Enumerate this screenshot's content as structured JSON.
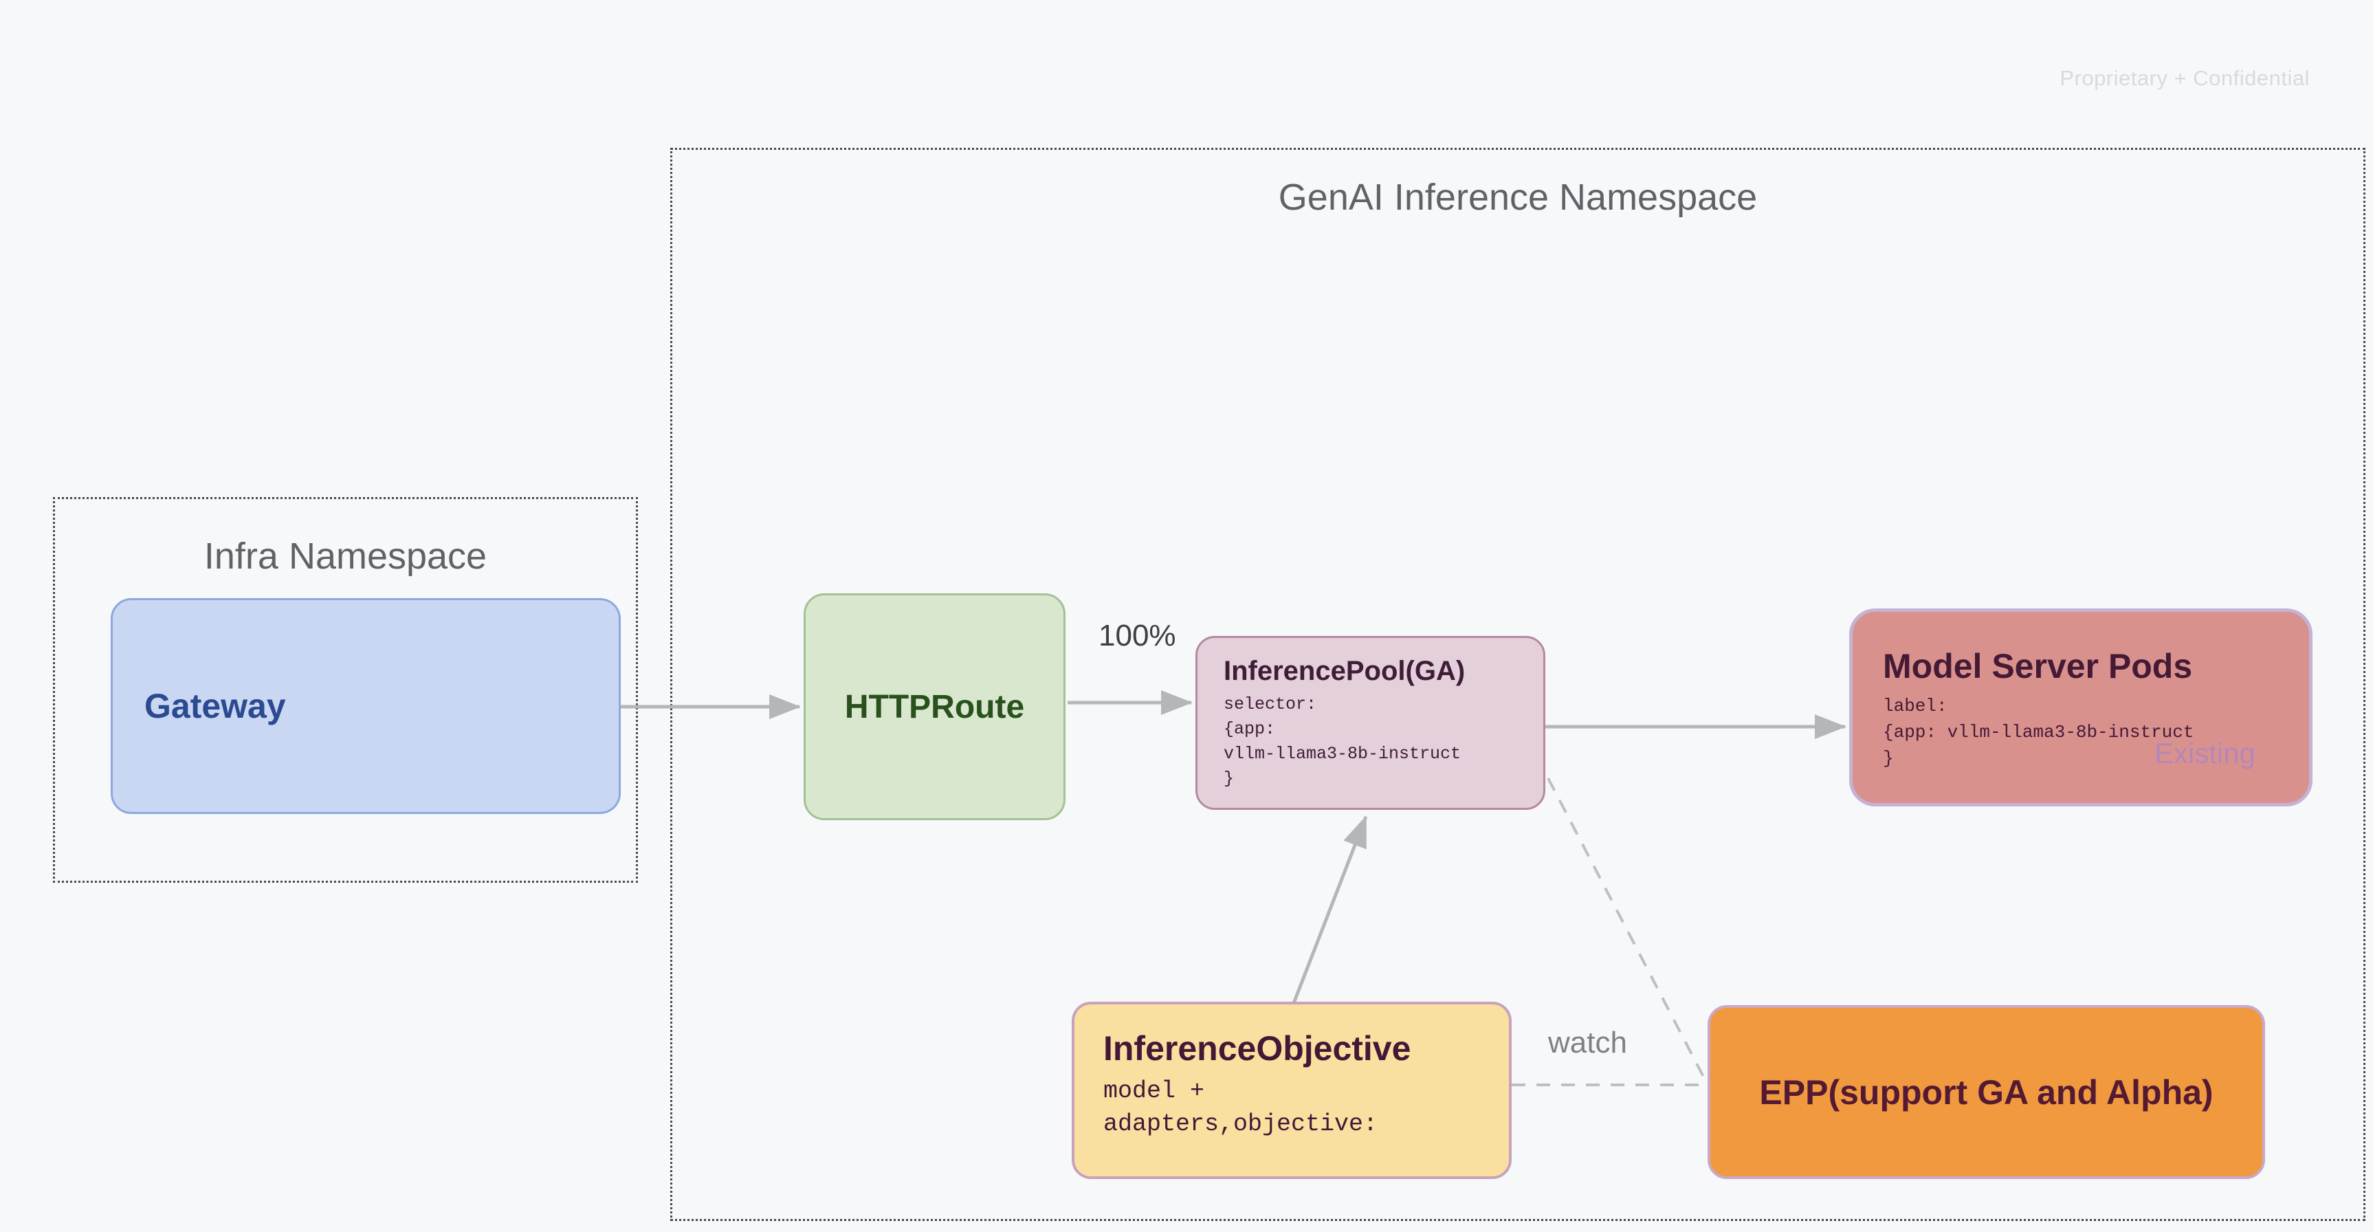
{
  "page": {
    "watermark": "Proprietary + Confidential",
    "background_color": "#f7f8fa"
  },
  "namespaces": {
    "genai": {
      "title": "GenAI Inference Namespace",
      "border_color": "#4a4a4a",
      "title_color": "#5f6368"
    },
    "infra": {
      "title": "Infra Namespace",
      "border_color": "#4a4a4a",
      "title_color": "#5f6368"
    }
  },
  "nodes": {
    "gateway": {
      "label": "Gateway",
      "fill": "#c9d7f3",
      "border": "#8da8de",
      "text_color": "#2b4a8f"
    },
    "httproute": {
      "label": "HTTPRoute",
      "fill": "#d9e7ce",
      "border": "#a4c194",
      "text_color": "#29511e"
    },
    "inference_pool": {
      "title": "InferencePool(GA)",
      "code_lines": [
        "selector:",
        "{app:",
        "vllm-llama3-8b-instruct",
        "}"
      ],
      "fill": "#e3d0da",
      "border": "#b589a2",
      "text_color": "#3f1d37"
    },
    "model_server_pods": {
      "title": "Model Server Pods",
      "code_lines": [
        "label:",
        "{app: vllm-llama3-8b-instruct",
        "}"
      ],
      "status_tag": "Existing",
      "fill": "#d9918e",
      "border": "#c5b2d4",
      "text_color": "#451a35",
      "tag_color": "#b287bd"
    },
    "inference_objective": {
      "title": "InferenceObjective",
      "code_lines": [
        "model +",
        "adapters,objective:"
      ],
      "fill": "#f9dfa0",
      "border": "#c7a3bb",
      "text_color": "#451737"
    },
    "epp": {
      "label": "EPP(support GA and Alpha)",
      "fill": "#f0993e",
      "border": "#c9a8c9",
      "text_color": "#541a33"
    }
  },
  "edges": {
    "line_color": "#b4b6b8",
    "dash_color": "#bdbfc1",
    "gateway_to_httproute": {
      "type": "solid-arrow"
    },
    "httproute_to_pool": {
      "type": "solid-arrow",
      "label": "100%"
    },
    "pool_to_pods": {
      "type": "solid-arrow"
    },
    "objective_to_pool": {
      "type": "solid-arrow"
    },
    "pool_to_epp": {
      "type": "dashed"
    },
    "objective_to_epp": {
      "type": "dashed",
      "label": "watch"
    }
  }
}
